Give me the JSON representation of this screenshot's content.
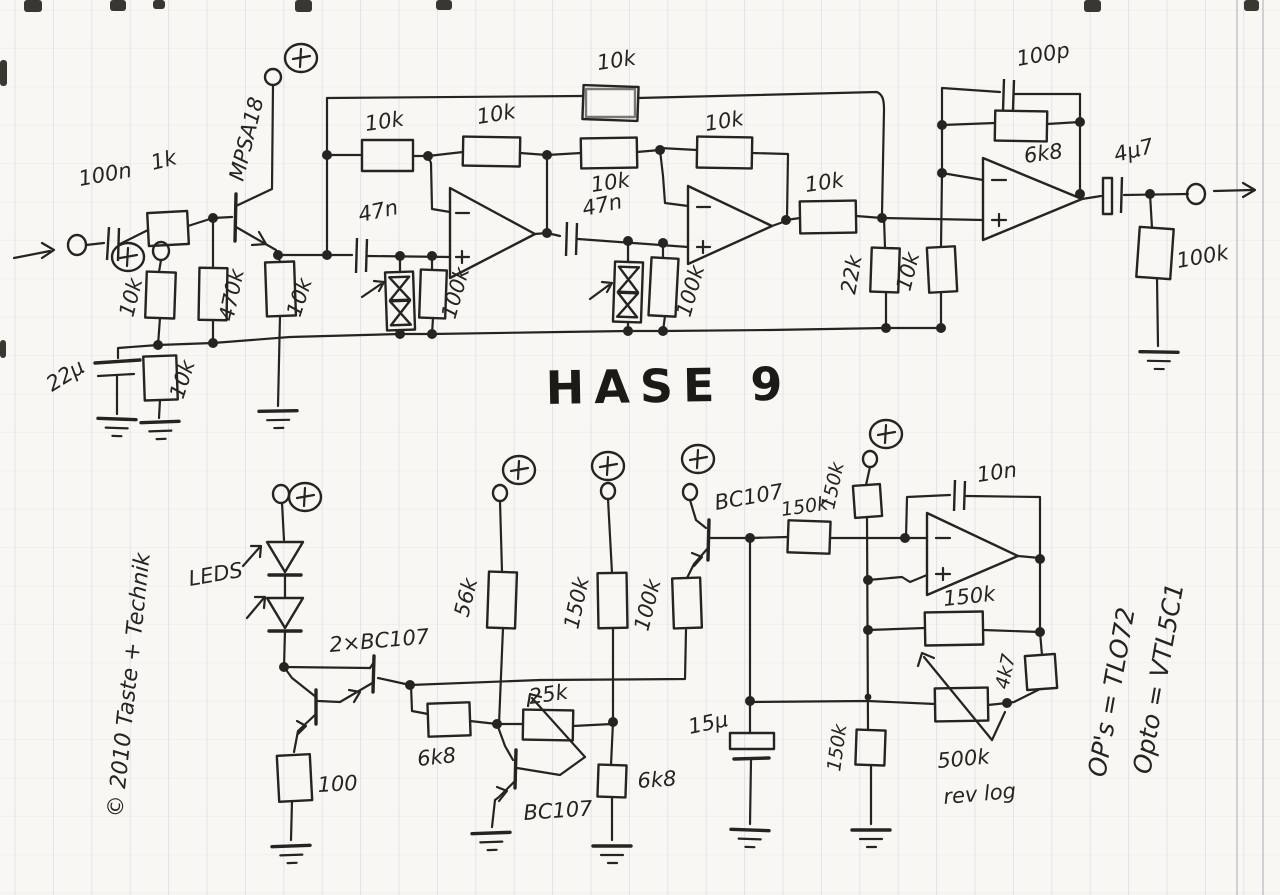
{
  "colors": {
    "ink": "#262320",
    "paper": "#f8f7f3",
    "grid": "#cfccdc",
    "title_ink": "#1c1a17"
  },
  "labels": {
    "title": "HASE 9",
    "copyright": "© 2010 Taste + Technik",
    "note_opamps": "OP's = TLO72",
    "note_opto": "Opto = VTL5C1",
    "in_cap": "100n",
    "in_res": "1k",
    "q_input": "MPSA18",
    "bias_r_top": "10k",
    "bias_r_bot": "10k",
    "bias_cap": "22μ",
    "base_r": "470k",
    "emitter_r": "10k",
    "ff_top_r": "10k",
    "row_r1": "10k",
    "row_r2": "10k",
    "row_r3": "10k",
    "st1_cap": "47n",
    "st1_gnd_r": "100k",
    "op2_fb_r": "10k",
    "st2_cap": "47n",
    "st2_gnd_r": "100k",
    "mix_r": "10k",
    "mix_shunt_r": "22k",
    "op3_in_r": "10k",
    "op3_fb_c": "100p",
    "op3_fb_r": "6k8",
    "out_cap": "4μ7",
    "out_r": "100k",
    "leds_label": "LEDS",
    "led_q": "2×BC107",
    "led_e_r": "100",
    "lfo_r56k": "56k",
    "lfo_r150k_mid": "150k",
    "lfo_r100k": "100k",
    "lfo_6k8_a": "6k8",
    "lfo_pot25k": "25k",
    "lfo_q_limit": "BC107",
    "lfo_6k8_b": "6k8",
    "lfo_q_buf": "BC107",
    "lfo_r150k_in": "150k",
    "lfo_r150k_top": "150k",
    "lfo_cap15u": "15μ",
    "lfo_r150k_gnd": "150k",
    "lfo_fb_c": "10n",
    "lfo_fb_r": "150k",
    "lfo_r4k7": "4k7",
    "lfo_pot500k": "500k",
    "lfo_pot500k_taper": "rev log"
  }
}
